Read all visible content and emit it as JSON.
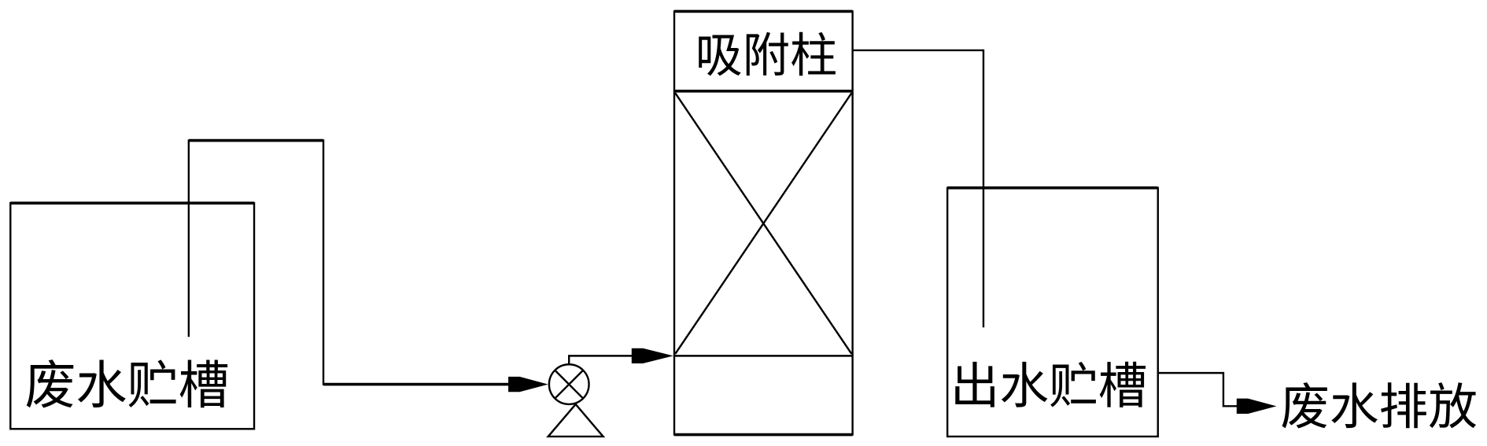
{
  "diagram": {
    "wastewater_tank": {
      "label": "废水贮槽"
    },
    "adsorption_column": {
      "label": "吸附柱"
    },
    "effluent_tank": {
      "label": "出水贮槽"
    },
    "discharge": {
      "label": "废水排放"
    },
    "colors": {
      "stroke": "#000000",
      "background": "#ffffff"
    }
  }
}
